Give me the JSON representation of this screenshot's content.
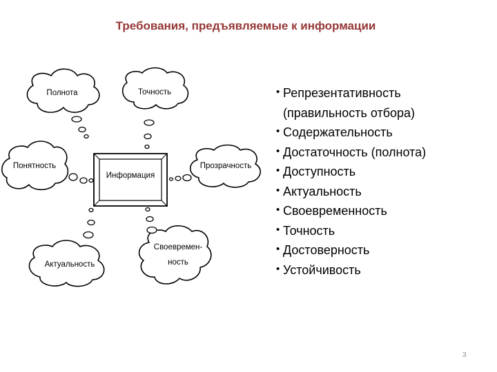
{
  "title": "Требования, предъявляемые к информации",
  "diagram": {
    "center": "Информация",
    "clouds": {
      "polnota": "Полнота",
      "tochnost": "Точность",
      "ponyatnost": "Понятность",
      "prozrachnost": "Прозрачность",
      "aktualnost": "Актуальность",
      "svoevremennost_1": "Своевремен-",
      "svoevremennost_2": "ность"
    }
  },
  "bullets": [
    "Репрезентативность (правильность отбора)",
    "Содержательность",
    "Достаточность (полнота)",
    "Доступность",
    "Актуальность",
    "Своевременность",
    "Точность",
    "Достоверность",
    "Устойчивость"
  ],
  "page_number": "3"
}
